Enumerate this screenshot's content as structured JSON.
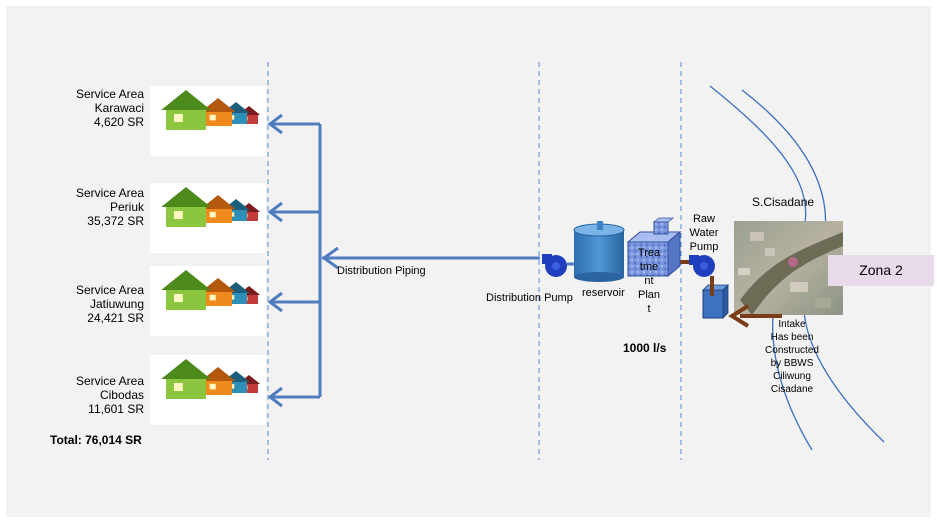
{
  "service_areas": [
    {
      "title": "Service Area",
      "name": "Karawaci",
      "count": "4,620 SR"
    },
    {
      "title": "Service Area",
      "name": "Periuk",
      "count": "35,372 SR"
    },
    {
      "title": "Service Area",
      "name": "Jatiuwung",
      "count": "24,421 SR"
    },
    {
      "title": "Service Area",
      "name": "Cibodas",
      "count": "11,601 SR"
    }
  ],
  "total": "Total: 76,014 SR",
  "labels": {
    "distribution_piping": "Distribution Piping",
    "distribution_pump": "Distribution Pump",
    "reservoir": "reservoir",
    "treatment_plant": [
      "Trea",
      "tme",
      "nt",
      "Plan",
      "t"
    ],
    "capacity": "1000 l/s",
    "raw_water_pump": [
      "Raw",
      "Water",
      "Pump"
    ],
    "river": "S.Cisadane",
    "zone": "Zona 2",
    "intake_note": [
      "Intake",
      "Has been",
      "Constructed",
      "by BBWS",
      "Ciliwung",
      "Cisadane"
    ]
  },
  "colors": {
    "pipe": "#4f7cbf",
    "pump": "#1f3fbf",
    "tank": "#3d82c4",
    "plant": "#6f8fd8",
    "intake_arrow": "#7a3d17",
    "divider": "#5b8bd0",
    "river": "#3a6fc2",
    "zone_box": "#e7dbe9"
  }
}
